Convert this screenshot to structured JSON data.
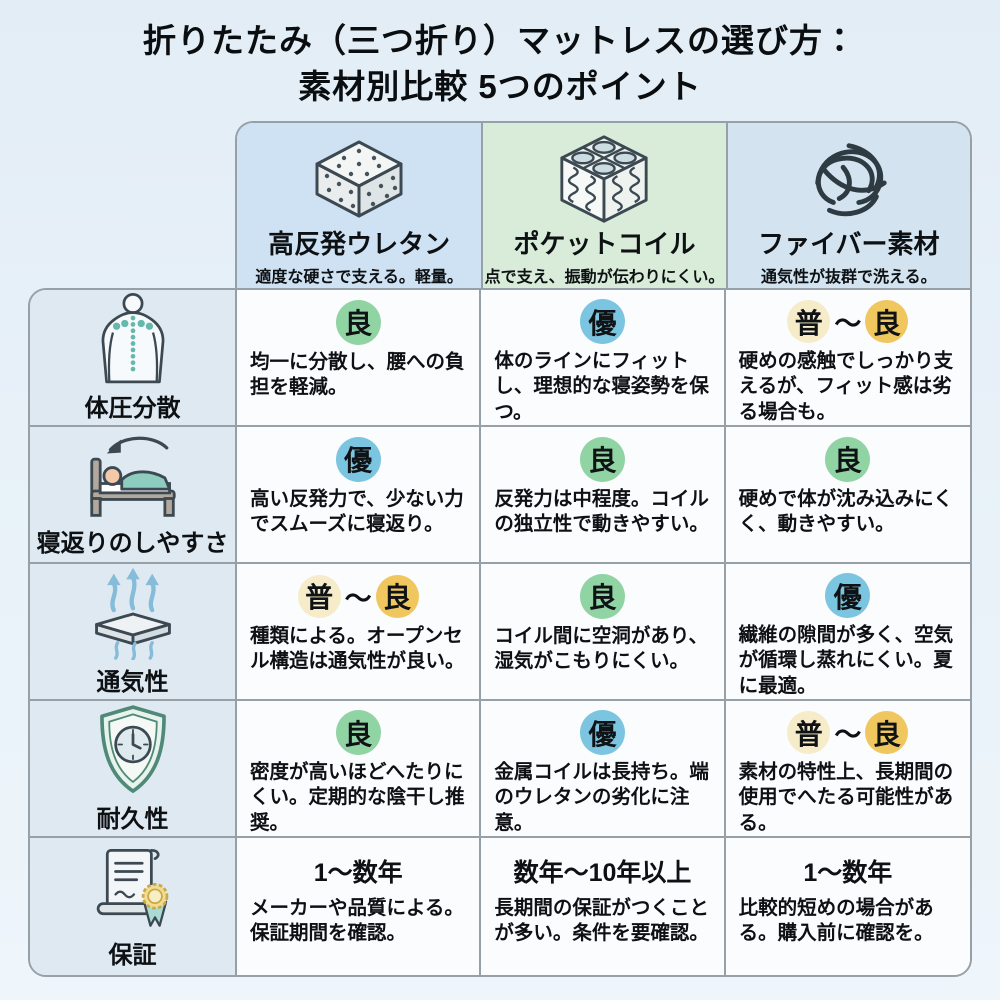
{
  "title": {
    "line1": "折りたたみ（三つ折り）マットレスの選び方：",
    "line2": "素材別比較 5つのポイント"
  },
  "legend_colors": {
    "excellent": "#7cc5e0",
    "good": "#90d4a4",
    "fair": "#f6ecca",
    "fair_good": "#f0c65f"
  },
  "columns": [
    {
      "name": "高反発ウレタン",
      "subtitle": "適度な硬さで支える。軽量。",
      "icon": "foam-block-icon",
      "bg": "#cfe2f3"
    },
    {
      "name": "ポケットコイル",
      "subtitle": "点で支え、振動が伝わりにくい。",
      "icon": "pocket-coil-icon",
      "bg": "#d9ecd9"
    },
    {
      "name": "ファイバー素材",
      "subtitle": "通気性が抜群で洗える。",
      "icon": "fiber-tangle-icon",
      "bg": "#d3e4f0"
    }
  ],
  "rows": [
    {
      "label": "体圧分散",
      "icon": "body-pressure-icon",
      "cells": [
        {
          "badges": [
            {
              "label": "良",
              "type": "good"
            }
          ],
          "text": "均一に分散し、腰への負担を軽減。"
        },
        {
          "badges": [
            {
              "label": "優",
              "type": "excellent"
            }
          ],
          "text": "体のラインにフィットし、理想的な寝姿勢を保つ。"
        },
        {
          "badges": [
            {
              "label": "普",
              "type": "fair"
            },
            {
              "label": "〜",
              "type": "tilde"
            },
            {
              "label": "良",
              "type": "fair_good"
            }
          ],
          "text": "硬めの感触でしっかり支えるが、フィット感は劣る場合も。"
        }
      ]
    },
    {
      "label": "寝返りのしやすさ",
      "icon": "sleep-turning-icon",
      "cells": [
        {
          "badges": [
            {
              "label": "優",
              "type": "excellent"
            }
          ],
          "text": "高い反発力で、少ない力でスムーズに寝返り。"
        },
        {
          "badges": [
            {
              "label": "良",
              "type": "good"
            }
          ],
          "text": "反発力は中程度。コイルの独立性で動きやすい。"
        },
        {
          "badges": [
            {
              "label": "良",
              "type": "good"
            }
          ],
          "text": "硬めで体が沈み込みにくく、動きやすい。"
        }
      ]
    },
    {
      "label": "通気性",
      "icon": "breathability-icon",
      "cells": [
        {
          "badges": [
            {
              "label": "普",
              "type": "fair"
            },
            {
              "label": "〜",
              "type": "tilde"
            },
            {
              "label": "良",
              "type": "fair_good"
            }
          ],
          "text": "種類による。オープンセル構造は通気性が良い。"
        },
        {
          "badges": [
            {
              "label": "良",
              "type": "good"
            }
          ],
          "text": "コイル間に空洞があり、湿気がこもりにくい。"
        },
        {
          "badges": [
            {
              "label": "優",
              "type": "excellent"
            }
          ],
          "text": "繊維の隙間が多く、空気が循環し蒸れにくい。夏に最適。"
        }
      ]
    },
    {
      "label": "耐久性",
      "icon": "durability-shield-icon",
      "cells": [
        {
          "badges": [
            {
              "label": "良",
              "type": "good"
            }
          ],
          "text": "密度が高いほどへたりにくい。定期的な陰干し推奨。"
        },
        {
          "badges": [
            {
              "label": "優",
              "type": "excellent"
            }
          ],
          "text": "金属コイルは長持ち。端のウレタンの劣化に注意。"
        },
        {
          "badges": [
            {
              "label": "普",
              "type": "fair"
            },
            {
              "label": "〜",
              "type": "tilde"
            },
            {
              "label": "良",
              "type": "fair_good"
            }
          ],
          "text": "素材の特性上、長期間の使用でへたる可能性がある。"
        }
      ]
    },
    {
      "label": "保証",
      "icon": "warranty-certificate-icon",
      "cells": [
        {
          "headline": "1〜数年",
          "text": "メーカーや品質による。保証期間を確認。"
        },
        {
          "headline": "数年〜10年以上",
          "text": "長期間の保証がつくことが多い。条件を要確認。"
        },
        {
          "headline": "1〜数年",
          "text": "比較的短めの場合がある。購入前に確認を。"
        }
      ]
    }
  ]
}
